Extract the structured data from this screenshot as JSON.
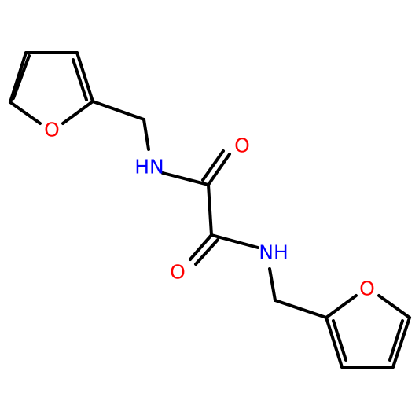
{
  "molecule": {
    "atoms": [
      {
        "id": "O_ring1",
        "label": "O",
        "color": "#ff0000"
      },
      {
        "id": "N1",
        "label": "HN",
        "color": "#0000ff"
      },
      {
        "id": "O_carb1",
        "label": "O",
        "color": "#ff0000"
      },
      {
        "id": "O_carb2",
        "label": "O",
        "color": "#ff0000"
      },
      {
        "id": "N2",
        "label": "NH",
        "color": "#0000ff"
      },
      {
        "id": "O_ring2",
        "label": "O",
        "color": "#ff0000"
      }
    ]
  },
  "colors": {
    "bond": "#000000",
    "oxygen": "#ff0000",
    "nitrogen": "#0000ff",
    "background": "#ffffff"
  }
}
